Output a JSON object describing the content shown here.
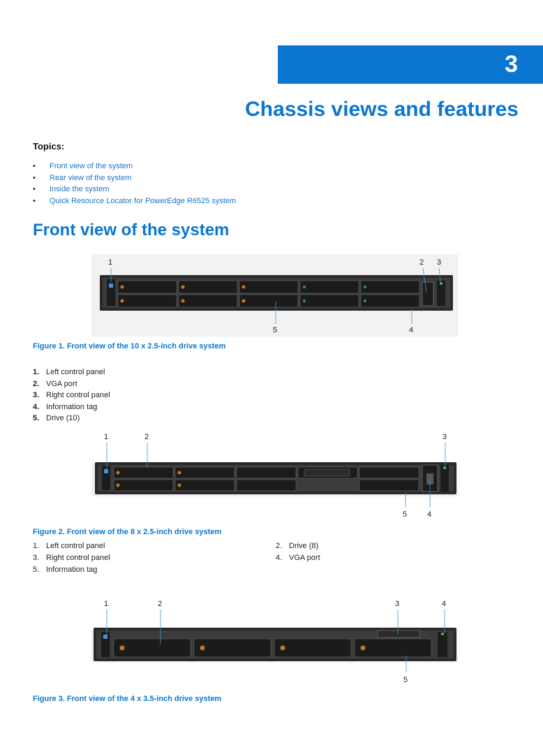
{
  "chapter": {
    "number": "3",
    "title": "Chassis views and features"
  },
  "topics": {
    "label": "Topics:",
    "items": [
      "Front view of the system",
      "Rear view of the system",
      "Inside the system",
      "Quick Resource Locator for PowerEdge R6525 system"
    ]
  },
  "section": {
    "title": "Front view of the system"
  },
  "figure1": {
    "caption": "Figure 1. Front view of the 10 x 2.5-inch drive system",
    "callouts": [
      "1",
      "2",
      "3",
      "4",
      "5"
    ],
    "legend": [
      {
        "num": "1.",
        "label": "Left control panel"
      },
      {
        "num": "2.",
        "label": "VGA port"
      },
      {
        "num": "3.",
        "label": "Right control panel"
      },
      {
        "num": "4.",
        "label": "Information tag"
      },
      {
        "num": "5.",
        "label": "Drive (10)"
      }
    ]
  },
  "figure2": {
    "caption": "Figure 2. Front view of the 8 x 2.5-inch drive system",
    "callouts": [
      "1",
      "2",
      "3",
      "5",
      "4"
    ],
    "legend": [
      {
        "num": "1.",
        "label": "Left control panel"
      },
      {
        "num": "2.",
        "label": "Drive (8)"
      },
      {
        "num": "3.",
        "label": "Right control panel"
      },
      {
        "num": "4.",
        "label": "VGA port"
      },
      {
        "num": "5.",
        "label": "Information tag"
      }
    ]
  },
  "figure3": {
    "caption": "Figure 3. Front view of the 4 x 3.5-inch drive system",
    "callouts": [
      "1",
      "2",
      "3",
      "4",
      "5"
    ]
  }
}
